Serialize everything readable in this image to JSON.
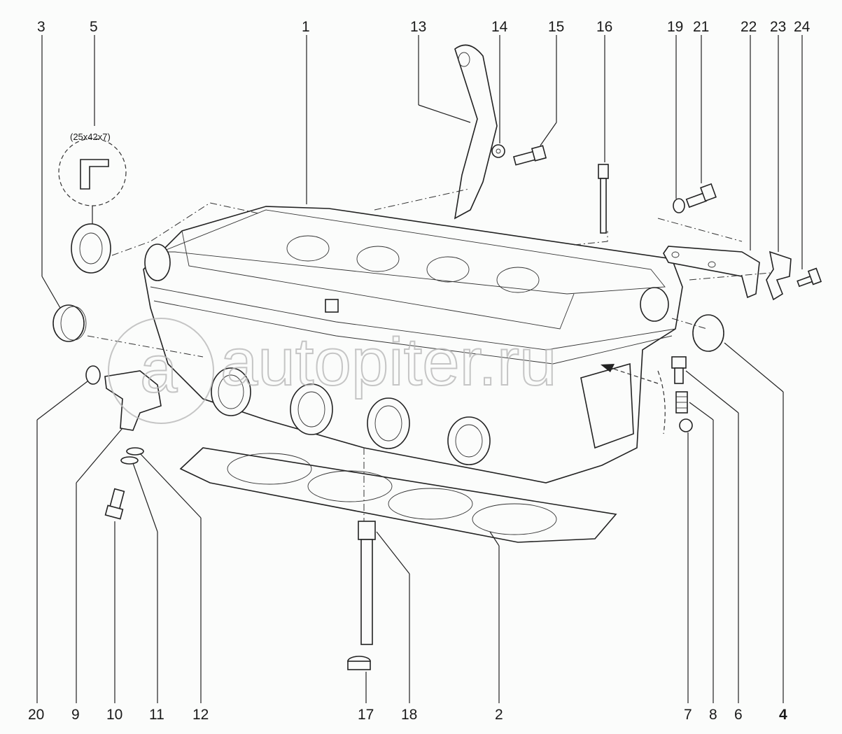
{
  "diagram": {
    "top_callouts": [
      "3",
      "5",
      "1",
      "13",
      "14",
      "15",
      "16",
      "19",
      "21",
      "22",
      "23",
      "24"
    ],
    "bottom_callouts": [
      "20",
      "9",
      "10",
      "11",
      "12",
      "17",
      "18",
      "2",
      "7",
      "8",
      "6",
      "4"
    ],
    "seal_dimension": "(25x42x7)",
    "watermark": "autopiter.ru",
    "watermark_logo": "a",
    "line_color": "#222222",
    "background_color": "#fbfcfb"
  }
}
